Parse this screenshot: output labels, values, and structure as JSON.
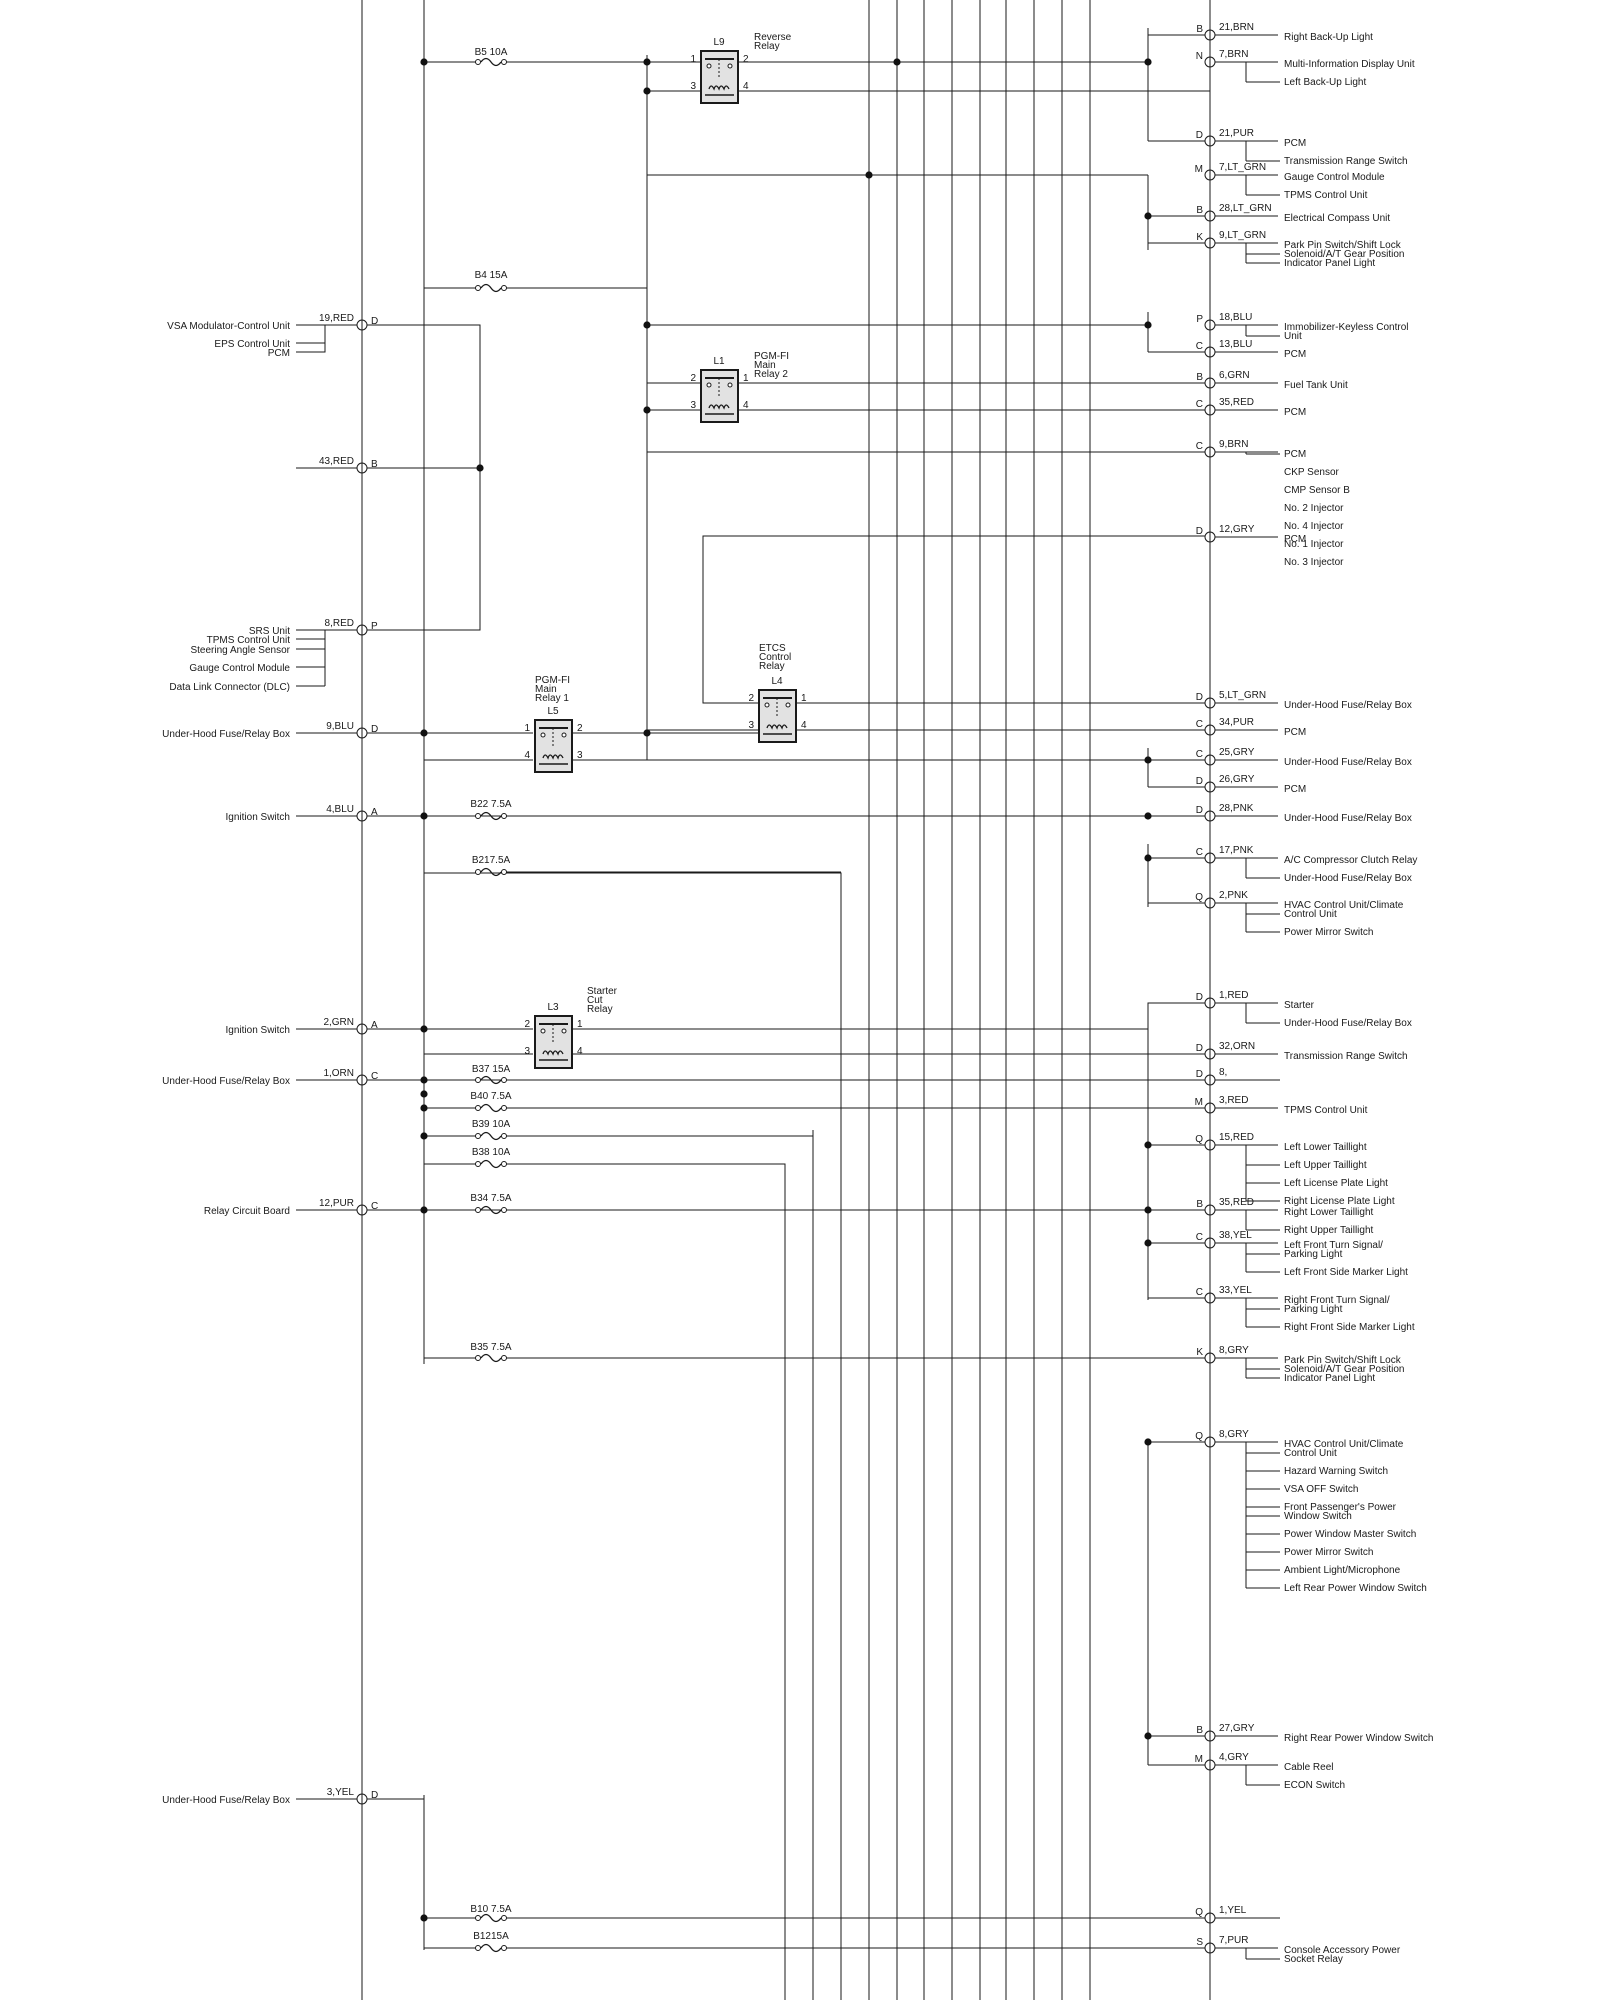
{
  "left_connectors": [
    {
      "id": "19-red",
      "wire": "19,RED",
      "pin": "D",
      "devices": [
        "VSA Modulator-Control Unit",
        "EPS Control Unit",
        "PCM"
      ]
    },
    {
      "id": "43-red",
      "wire": "43,RED",
      "pin": "B",
      "devices": []
    },
    {
      "id": "8-red",
      "wire": "8,RED",
      "pin": "P",
      "devices": [
        "SRS Unit",
        "TPMS Control Unit",
        "Steering Angle Sensor",
        "Gauge Control Module",
        "Data Link Connector (DLC)"
      ]
    },
    {
      "id": "9-blu",
      "wire": "9,BLU",
      "pin": "D",
      "devices": [
        "Under-Hood Fuse/Relay Box"
      ]
    },
    {
      "id": "4-blu",
      "wire": "4,BLU",
      "pin": "A",
      "devices": [
        "Ignition Switch"
      ]
    },
    {
      "id": "2-grn",
      "wire": "2,GRN",
      "pin": "A",
      "devices": [
        "Ignition Switch"
      ]
    },
    {
      "id": "1-orn",
      "wire": "1,ORN",
      "pin": "C",
      "devices": [
        "Under-Hood Fuse/Relay Box"
      ]
    },
    {
      "id": "12-pur",
      "wire": "12,PUR",
      "pin": "C",
      "devices": [
        "Relay Circuit Board"
      ]
    },
    {
      "id": "3-yel",
      "wire": "3,YEL",
      "pin": "D",
      "devices": [
        "Under-Hood Fuse/Relay Box"
      ]
    }
  ],
  "fuses": [
    {
      "id": "b5",
      "label": "B5 10A"
    },
    {
      "id": "b4",
      "label": "B4 15A"
    },
    {
      "id": "b22",
      "label": "B22 7.5A"
    },
    {
      "id": "b21",
      "label": "B217.5A"
    },
    {
      "id": "b37",
      "label": "B37 15A"
    },
    {
      "id": "b40",
      "label": "B40 7.5A"
    },
    {
      "id": "b39",
      "label": "B39 10A"
    },
    {
      "id": "b38",
      "label": "B38 10A"
    },
    {
      "id": "b34",
      "label": "B34 7.5A"
    },
    {
      "id": "b35",
      "label": "B35 7.5A"
    },
    {
      "id": "b10",
      "label": "B10 7.5A"
    },
    {
      "id": "b12",
      "label": "B1215A"
    }
  ],
  "relays": [
    {
      "id": "l9",
      "code": "L9",
      "name": [
        "Reverse",
        "Relay"
      ]
    },
    {
      "id": "l1",
      "code": "L1",
      "name": [
        "PGM-FI",
        "Main",
        "Relay 2"
      ]
    },
    {
      "id": "l5",
      "code": "L5",
      "name": [
        "PGM-FI",
        "Main",
        "Relay 1"
      ]
    },
    {
      "id": "l4",
      "code": "L4",
      "name": [
        "ETCS",
        "Control",
        "Relay"
      ]
    },
    {
      "id": "l3",
      "code": "L3",
      "name": [
        "Starter",
        "Cut",
        "Relay"
      ]
    }
  ],
  "right_connectors": [
    {
      "id": "r-21-brn",
      "pin": "B",
      "wire": "21,BRN",
      "devices": [
        "Right Back-Up Light"
      ]
    },
    {
      "id": "r-7-brn",
      "pin": "N",
      "wire": "7,BRN",
      "devices": [
        "Multi-Information Display Unit",
        "Left Back-Up Light"
      ]
    },
    {
      "id": "r-21-pur",
      "pin": "D",
      "wire": "21,PUR",
      "devices": [
        "PCM",
        "Transmission Range Switch"
      ]
    },
    {
      "id": "r-7-ltgrn",
      "pin": "M",
      "wire": "7,LT_GRN",
      "devices": [
        "Gauge Control Module",
        "TPMS Control Unit"
      ]
    },
    {
      "id": "r-28-ltgrn",
      "pin": "B",
      "wire": "28,LT_GRN",
      "devices": [
        "Electrical Compass Unit"
      ]
    },
    {
      "id": "r-9-ltgrn",
      "pin": "K",
      "wire": "9,LT_GRN",
      "devices": [
        "Park Pin Switch/Shift Lock",
        "Solenoid/A/T Gear Position",
        "Indicator Panel Light"
      ]
    },
    {
      "id": "r-18-blu",
      "pin": "P",
      "wire": "18,BLU",
      "devices": [
        "Immobilizer-Keyless Control",
        "Unit"
      ]
    },
    {
      "id": "r-13-blu",
      "pin": "C",
      "wire": "13,BLU",
      "devices": [
        "PCM"
      ]
    },
    {
      "id": "r-6-grn",
      "pin": "B",
      "wire": "6,GRN",
      "devices": [
        "Fuel Tank Unit"
      ]
    },
    {
      "id": "r-35-red",
      "pin": "C",
      "wire": "35,RED",
      "devices": [
        "PCM"
      ]
    },
    {
      "id": "r-9-brn",
      "pin": "C",
      "wire": "9,BRN",
      "devices": [
        "PCM",
        "CKP Sensor",
        "CMP Sensor B",
        "No. 2 Injector",
        "No. 4 Injector",
        "No. 1 Injector",
        "No. 3 Injector"
      ]
    },
    {
      "id": "r-12-gry",
      "pin": "D",
      "wire": "12,GRY",
      "devices": [
        "PCM"
      ]
    },
    {
      "id": "r-5-ltgrn",
      "pin": "D",
      "wire": "5,LT_GRN",
      "devices": [
        "Under-Hood Fuse/Relay Box"
      ]
    },
    {
      "id": "r-34-pur",
      "pin": "C",
      "wire": "34,PUR",
      "devices": [
        "PCM"
      ]
    },
    {
      "id": "r-25-gry",
      "pin": "C",
      "wire": "25,GRY",
      "devices": [
        "Under-Hood Fuse/Relay Box"
      ]
    },
    {
      "id": "r-26-gry",
      "pin": "D",
      "wire": "26,GRY",
      "devices": [
        "PCM"
      ]
    },
    {
      "id": "r-28-pnk",
      "pin": "D",
      "wire": "28,PNK",
      "devices": [
        "Under-Hood Fuse/Relay Box"
      ]
    },
    {
      "id": "r-17-pnk",
      "pin": "C",
      "wire": "17,PNK",
      "devices": [
        "A/C Compressor Clutch Relay",
        "Under-Hood Fuse/Relay Box"
      ]
    },
    {
      "id": "r-2-pnk",
      "pin": "Q",
      "wire": "2,PNK",
      "devices": [
        "HVAC Control Unit/Climate",
        "Control Unit",
        "Power Mirror Switch"
      ]
    },
    {
      "id": "r-1-red",
      "pin": "D",
      "wire": "1,RED",
      "devices": [
        "Starter",
        "Under-Hood Fuse/Relay Box"
      ]
    },
    {
      "id": "r-32-orn",
      "pin": "D",
      "wire": "32,ORN",
      "devices": [
        "Transmission Range Switch"
      ]
    },
    {
      "id": "r-8",
      "pin": "D",
      "wire": "8,",
      "devices": []
    },
    {
      "id": "r-3-red",
      "pin": "M",
      "wire": "3,RED",
      "devices": [
        "TPMS Control Unit"
      ]
    },
    {
      "id": "r-15-red",
      "pin": "Q",
      "wire": "15,RED",
      "devices": [
        "Left Lower Taillight",
        "Left Upper Taillight",
        "Left License Plate Light",
        "Right License Plate Light"
      ]
    },
    {
      "id": "r-35-red-b",
      "pin": "B",
      "wire": "35,RED",
      "devices": [
        "Right Lower Taillight",
        "Right Upper Taillight"
      ]
    },
    {
      "id": "r-38-yel",
      "pin": "C",
      "wire": "38,YEL",
      "devices": [
        "Left Front Turn Signal/",
        "Parking Light",
        "Left Front Side Marker Light"
      ]
    },
    {
      "id": "r-33-yel",
      "pin": "C",
      "wire": "33,YEL",
      "devices": [
        "Right Front Turn Signal/",
        "Parking Light",
        "Right Front Side Marker Light"
      ]
    },
    {
      "id": "r-8-gry-k",
      "pin": "K",
      "wire": "8,GRY",
      "devices": [
        "Park Pin Switch/Shift Lock",
        "Solenoid/A/T Gear Position",
        "Indicator Panel Light"
      ]
    },
    {
      "id": "r-8-gry-q",
      "pin": "Q",
      "wire": "8,GRY",
      "devices": [
        "HVAC Control Unit/Climate",
        "Control Unit",
        "Hazard Warning Switch",
        "VSA OFF Switch",
        "Front Passenger's Power",
        "Window Switch",
        "Power Window Master Switch",
        "Power Mirror Switch",
        "Ambient Light/Microphone",
        "Left Rear Power Window Switch"
      ]
    },
    {
      "id": "r-27-gry",
      "pin": "B",
      "wire": "27,GRY",
      "devices": [
        "Right Rear Power Window Switch"
      ]
    },
    {
      "id": "r-4-gry",
      "pin": "M",
      "wire": "4,GRY",
      "devices": [
        "Cable Reel",
        "ECON Switch"
      ]
    },
    {
      "id": "r-1-yel",
      "pin": "Q",
      "wire": "1,YEL",
      "devices": []
    },
    {
      "id": "r-7-pur",
      "pin": "S",
      "wire": "7,PUR",
      "devices": [
        "Console Accessory Power",
        "Socket Relay"
      ]
    }
  ]
}
